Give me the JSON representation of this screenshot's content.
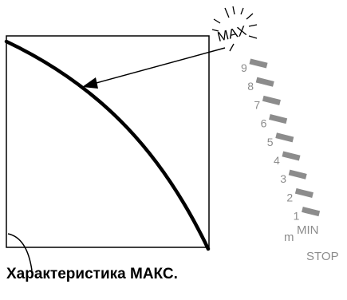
{
  "scale": {
    "max_label": "MAX",
    "levels": [
      "9",
      "8",
      "7",
      "6",
      "5",
      "4",
      "3",
      "2",
      "1"
    ],
    "min_prefix": "m",
    "min_label": "MIN",
    "stop_label": "STOP"
  },
  "caption": "Характеристика МАКС.",
  "colors": {
    "line": "#000000",
    "segment": "#8c8c8c",
    "digit": "#8c8c8c"
  }
}
